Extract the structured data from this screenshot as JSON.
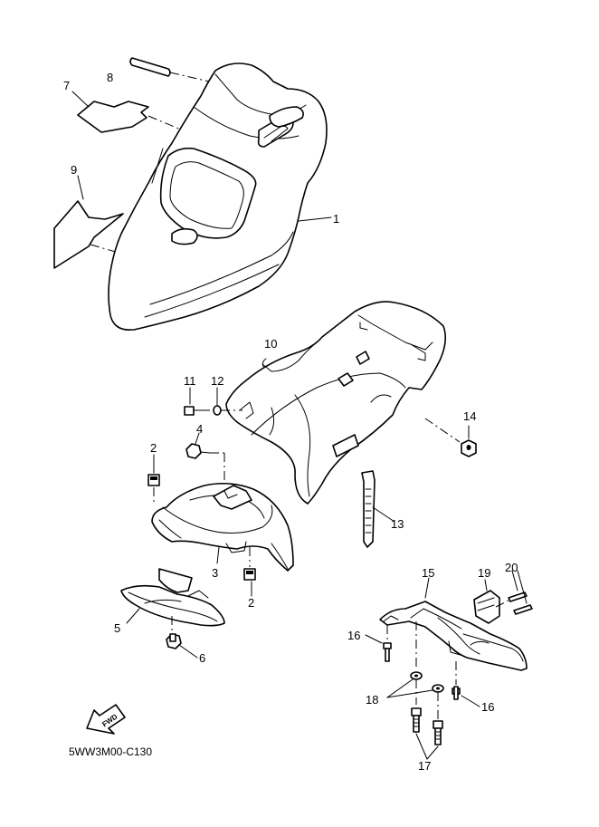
{
  "callouts": {
    "c1": "1",
    "c2a": "2",
    "c2b": "2",
    "c3": "3",
    "c4": "4",
    "c5": "5",
    "c6": "6",
    "c7": "7",
    "c8": "8",
    "c9": "9",
    "c10": "10",
    "c11": "11",
    "c12": "12",
    "c13": "13",
    "c14": "14",
    "c15": "15",
    "c16a": "16",
    "c16b": "16",
    "c17": "17",
    "c18": "18",
    "c19": "19",
    "c20": "20"
  },
  "fwd_label": "FWD",
  "diagram_code": "5WW3M00-C130"
}
